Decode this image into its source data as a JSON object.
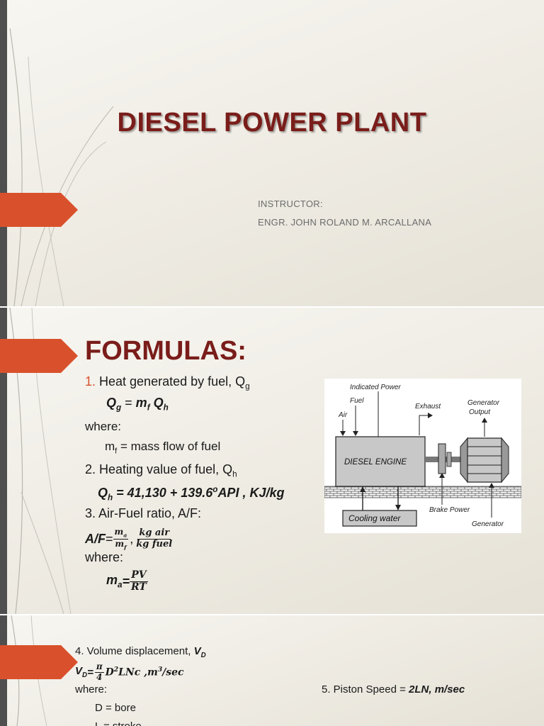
{
  "slide1": {
    "title": "DIESEL POWER PLANT",
    "instructor_label": "INSTRUCTOR:",
    "instructor_name": "ENGR. JOHN ROLAND M. ARCALLANA"
  },
  "slide2": {
    "title": "FORMULAS:",
    "item1": {
      "num": "1.",
      "text": " Heat generated by fuel, Q",
      "sub": "g"
    },
    "f1": {
      "lhs": "Q",
      "lhs_sub": "g",
      "eq": " = ",
      "rhs1": "m",
      "rhs1_sub": "f",
      "rhs2": " Q",
      "rhs2_sub": "h"
    },
    "where1": "where:",
    "mf_def": {
      "sym": "m",
      "sub": "f",
      "text": " = mass flow of fuel"
    },
    "item2": {
      "text": "2. Heating value of fuel, Q",
      "sub": "h"
    },
    "f2": {
      "lhs": "Q",
      "lhs_sub": "h",
      "text": " = 41,130 + 139.6",
      "sup": "o",
      "tail": "API , KJ/kg"
    },
    "item3": "3. Air-Fuel ratio, A/F:",
    "f3": {
      "lhs": "A/F",
      "eq": " = ",
      "frac1_num": "m",
      "frac1_num_sub": "a",
      "frac1_den": "m",
      "frac1_den_sub": "f",
      "comma": ",",
      "frac2_num": "kg air",
      "frac2_den": "kg fuel"
    },
    "where2": "where:",
    "f4": {
      "lhs": "m",
      "lhs_sub": "a",
      "eq": " = ",
      "num": "PV",
      "den": "RT"
    },
    "diagram": {
      "indicated_power": "Indicated Power",
      "fuel": "Fuel",
      "air": "Air",
      "exhaust": "Exhaust",
      "gen_output_1": "Generator",
      "gen_output_2": "Output",
      "engine": "DIESEL ENGINE",
      "cooling": "Cooling water",
      "brake_power": "Brake Power",
      "generator": "Generator"
    }
  },
  "slide3": {
    "item4": {
      "text": "4. Volume displacement, ",
      "sym": "V",
      "sub": "D"
    },
    "f5": {
      "lhs": "V",
      "lhs_sub": "D",
      "eq": " = ",
      "num": "π",
      "den": "4",
      "rhs": "D",
      "rhs_sup": "2",
      "rhs_tail": "LNc ,m",
      "unit_sup": "3",
      "unit_tail": "/sec"
    },
    "where": "where:",
    "d_def": "D = bore",
    "l_def": "L = stroke",
    "item5": {
      "text": "5. Piston Speed  = ",
      "formula": "2LN, m/sec"
    }
  },
  "colors": {
    "accent": "#d9512c",
    "title": "#7a1d1a",
    "rail": "#4f4f4f"
  }
}
